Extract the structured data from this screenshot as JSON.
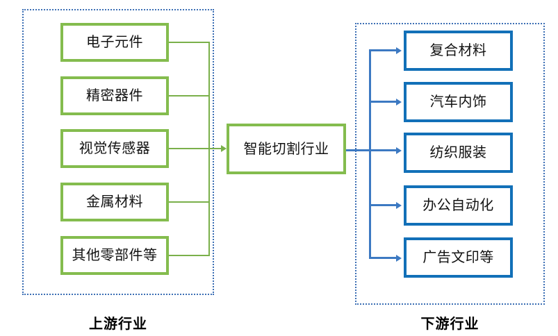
{
  "diagram": {
    "title_upstream": "上游行业",
    "title_downstream": "下游行业",
    "center_node": "智能切割行业",
    "colors": {
      "upstream_box_border": "#84BC4E",
      "downstream_box_border": "#1270B8",
      "upstream_connector": "#7AB04A",
      "downstream_connector": "#3C79C2",
      "region_border": "#3B6EB4",
      "background": "#FFFFFF",
      "text": "#111111"
    },
    "upstream_nodes": [
      {
        "label": "电子元件"
      },
      {
        "label": "精密器件"
      },
      {
        "label": "视觉传感器"
      },
      {
        "label": "金属材料"
      },
      {
        "label": "其他零部件等"
      }
    ],
    "downstream_nodes": [
      {
        "label": "复合材料"
      },
      {
        "label": "汽车内饰"
      },
      {
        "label": "纺织服装"
      },
      {
        "label": "办公自动化"
      },
      {
        "label": "广告文印等"
      }
    ]
  }
}
